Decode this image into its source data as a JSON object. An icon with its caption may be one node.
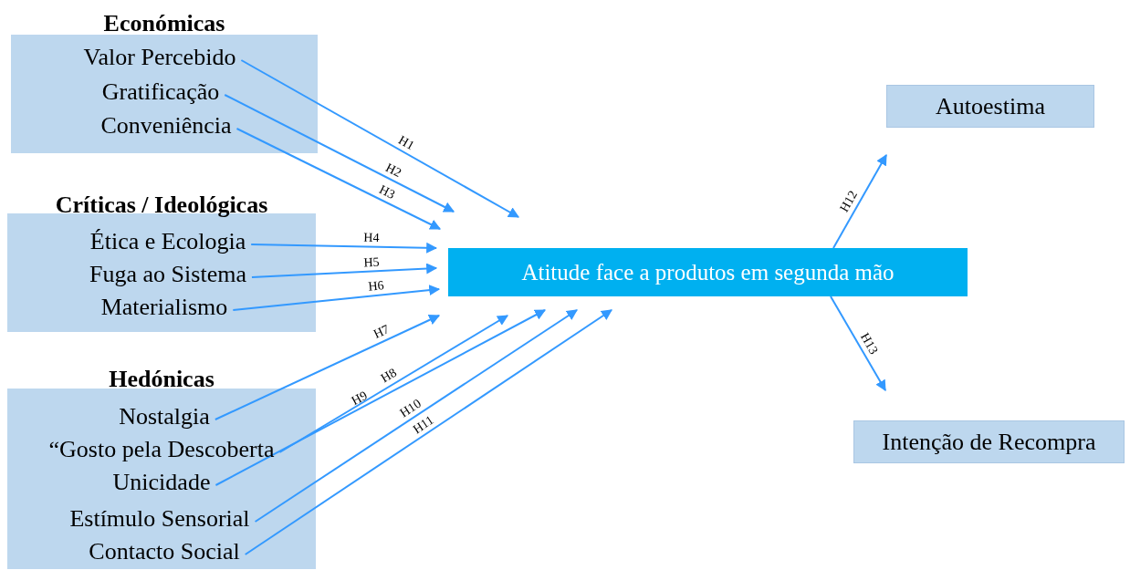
{
  "diagram": {
    "nodes": [
      {
        "text": [
          "Económicas"
        ]
      },
      {
        "text": [
          "Valor Percebido"
        ],
        "in": 0
      },
      {
        "text": [
          "Gratificação"
        ],
        "in": 0
      },
      {
        "text": [
          "Conveniência"
        ],
        "in": 0
      },
      {
        "text": [
          "Críticas / Ideológicas"
        ]
      },
      {
        "text": [
          "Ética e Ecologia"
        ],
        "in": 4
      },
      {
        "text": [
          "Fuga ao Sistema"
        ],
        "in": 4
      },
      {
        "text": [
          "Materialismo"
        ],
        "in": 4
      },
      {
        "text": [
          "Hedónicas"
        ]
      },
      {
        "text": [
          "Nostalgia"
        ],
        "in": 8
      },
      {
        "text": [
          "“Gosto pela Descoberta"
        ],
        "in": 8
      },
      {
        "text": [
          "Unicidade"
        ],
        "in": 8
      },
      {
        "text": [
          "Estímulo Sensorial"
        ],
        "in": 8
      },
      {
        "text": [
          "Contacto Social"
        ],
        "in": 8
      },
      {
        "text": [
          "Atitude face a produtos em segunda mão"
        ]
      },
      {
        "text": [
          "Autoestima"
        ]
      },
      {
        "text": [
          "Intenção de Recompra"
        ]
      }
    ],
    "edges": [
      {
        "from": 1,
        "to": 14,
        "arrow": "to",
        "label": "H1"
      },
      {
        "from": 2,
        "to": 14,
        "arrow": "to",
        "label": "H2"
      },
      {
        "from": 3,
        "to": 14,
        "arrow": "to",
        "label": "H3"
      },
      {
        "from": 5,
        "to": 14,
        "arrow": "to",
        "label": "H4"
      },
      {
        "from": 6,
        "to": 14,
        "arrow": "to",
        "label": "H5"
      },
      {
        "from": 7,
        "to": 14,
        "arrow": "to",
        "label": "H6"
      },
      {
        "from": 9,
        "to": 14,
        "arrow": "to",
        "label": "H7"
      },
      {
        "from": 10,
        "to": 14,
        "arrow": "to",
        "label": "H8"
      },
      {
        "from": 11,
        "to": 14,
        "arrow": "to",
        "label": "H9"
      },
      {
        "from": 12,
        "to": 14,
        "arrow": "to",
        "label": "H10"
      },
      {
        "from": 13,
        "to": 14,
        "arrow": "to",
        "label": "H11"
      },
      {
        "from": 14,
        "to": 15,
        "arrow": "to",
        "label": "H12"
      },
      {
        "from": 14,
        "to": 16,
        "arrow": "to",
        "label": "H13"
      }
    ]
  }
}
